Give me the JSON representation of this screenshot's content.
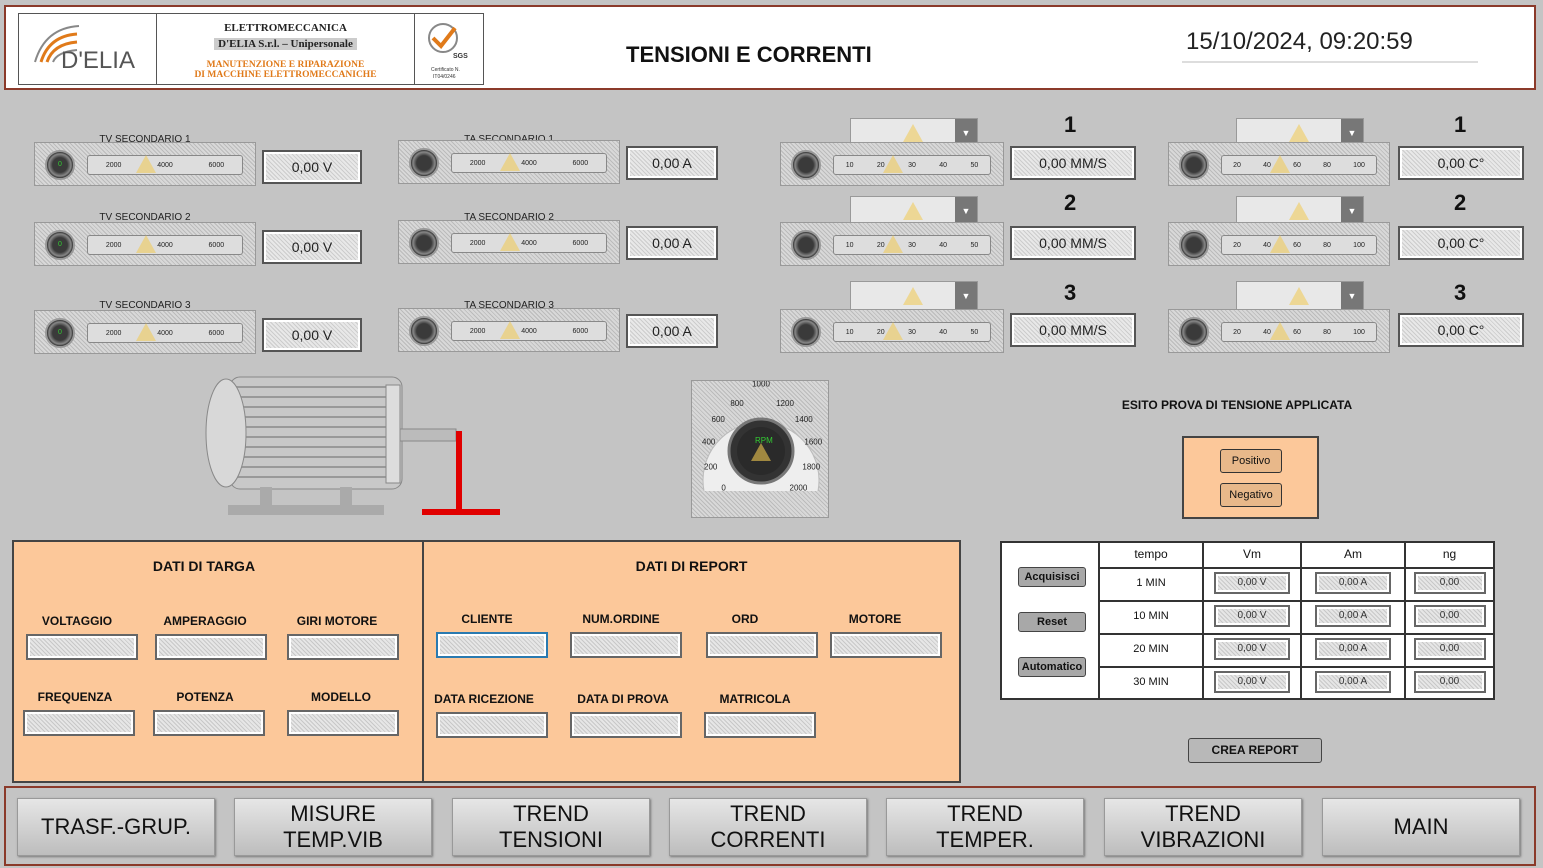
{
  "header": {
    "company_line1": "ELETTROMECCANICA",
    "company_line2": "D'ELIA S.r.l. – Unipersonale",
    "company_line3": "MANUTENZIONE E RIPARAZIONE",
    "company_line4": "DI MACCHINE ELETTROMECCANICHE",
    "logo_text": "D'ELIA",
    "cert_text": "SGS",
    "cert_caption": "Certificato N.",
    "cert_number": "IT04/0246",
    "title": "TENSIONI E CORRENTI",
    "datetime": "15/10/2024, 09:20:59"
  },
  "tv": [
    {
      "label": "TV SECONDARIO 1",
      "value": "0,00 V"
    },
    {
      "label": "TV SECONDARIO 2",
      "value": "0,00 V"
    },
    {
      "label": "TV SECONDARIO 3",
      "value": "0,00 V"
    }
  ],
  "ta": [
    {
      "label": "TA SECONDARIO 1",
      "value": "0,00 A"
    },
    {
      "label": "TA SECONDARIO 2",
      "value": "0,00 A"
    },
    {
      "label": "TA SECONDARIO 3",
      "value": "0,00 A"
    }
  ],
  "gauge_scale_v": [
    "2000",
    "4000",
    "6000"
  ],
  "gauge_zero": "0",
  "vib_scale": [
    "10",
    "20",
    "30",
    "40",
    "50"
  ],
  "temp_scale": [
    "20",
    "40",
    "60",
    "80",
    "100"
  ],
  "vib": [
    {
      "num": "1",
      "value": "0,00 MM/S"
    },
    {
      "num": "2",
      "value": "0,00 MM/S"
    },
    {
      "num": "3",
      "value": "0,00 MM/S"
    }
  ],
  "temp": [
    {
      "num": "1",
      "value": "0,00 C°"
    },
    {
      "num": "2",
      "value": "0,00 C°"
    },
    {
      "num": "3",
      "value": "0,00 C°"
    }
  ],
  "rpm_gauge": {
    "ticks": [
      "0",
      "200",
      "400",
      "600",
      "800",
      "1000",
      "1200",
      "1400",
      "1600",
      "1800",
      "2000"
    ],
    "unit": "RPM"
  },
  "esito": {
    "title": "ESITO PROVA DI TENSIONE APPLICATA",
    "positivo": "Positivo",
    "negativo": "Negativo"
  },
  "targa": {
    "title": "DATI DI TARGA",
    "voltaggio": "VOLTAGGIO",
    "amperaggio": "AMPERAGGIO",
    "giri": "GIRI MOTORE",
    "frequenza": "FREQUENZA",
    "potenza": "POTENZA",
    "modello": "MODELLO"
  },
  "report": {
    "title": "DATI DI REPORT",
    "cliente": "CLIENTE",
    "num_ordine": "NUM.ORDINE",
    "ord": "ORD",
    "motore": "MOTORE",
    "data_ricezione": "DATA RICEZIONE",
    "data_prova": "DATA DI PROVA",
    "matricola": "MATRICOLA"
  },
  "table": {
    "buttons": {
      "acquisisci": "Acquisisci",
      "reset": "Reset",
      "automatico": "Automatico"
    },
    "headers": [
      "tempo",
      "Vm",
      "Am",
      "ng"
    ],
    "rows": [
      {
        "tempo": "1 MIN",
        "vm": "0,00 V",
        "am": "0,00 A",
        "ng": "0,00"
      },
      {
        "tempo": "10 MIN",
        "vm": "0,00 V",
        "am": "0,00 A",
        "ng": "0,00"
      },
      {
        "tempo": "20 MIN",
        "vm": "0,00 V",
        "am": "0,00 A",
        "ng": "0,00"
      },
      {
        "tempo": "30 MIN",
        "vm": "0,00 V",
        "am": "0,00 A",
        "ng": "0,00"
      }
    ]
  },
  "crea_report": "CREA REPORT",
  "nav": [
    {
      "label": "TRASF.-GRUP."
    },
    {
      "label": "MISURE\nTEMP.VIB"
    },
    {
      "label": "TREND\nTENSIONI"
    },
    {
      "label": "TREND\nCORRENTI"
    },
    {
      "label": "TREND\nTEMPER."
    },
    {
      "label": "TREND\nVIBRAZIONI"
    },
    {
      "label": "MAIN"
    }
  ],
  "colors": {
    "accent_border": "#8b3a2a",
    "panel_bg": "#fcc89a",
    "logo_orange": "#e07a1a",
    "shaft_red": "#e00000"
  }
}
